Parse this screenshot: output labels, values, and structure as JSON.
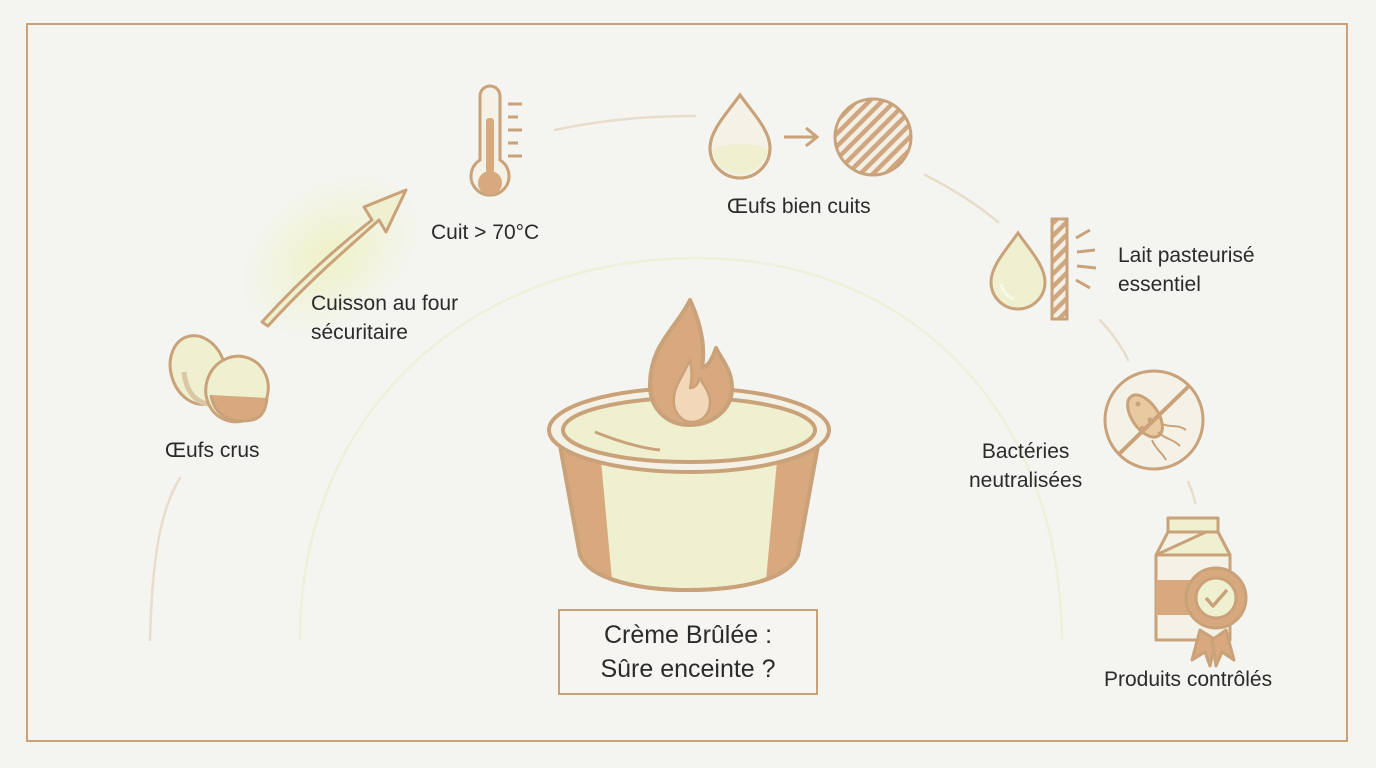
{
  "title": {
    "line1": "Crème Brûlée :",
    "line2": "Sûre enceinte ?"
  },
  "steps": [
    {
      "id": "raw-eggs",
      "lines": [
        "Œufs crus"
      ],
      "icon": "eggs-icon"
    },
    {
      "id": "safe-oven",
      "lines": [
        "Cuisson au four",
        "sécuritaire"
      ],
      "icon": "arrow-up-icon"
    },
    {
      "id": "cooked-temp",
      "lines": [
        "Cuit > 70°C"
      ],
      "icon": "thermometer-icon"
    },
    {
      "id": "cooked-eggs",
      "lines": [
        "Œufs bien cuits"
      ],
      "icon": "drop-to-solid-icon"
    },
    {
      "id": "pasteurized-milk",
      "lines": [
        "Lait pasteurisé",
        "essentiel"
      ],
      "icon": "milk-drop-barrier-icon"
    },
    {
      "id": "bacteria",
      "lines": [
        "Bactéries",
        "neutralisées"
      ],
      "icon": "no-bacteria-icon"
    },
    {
      "id": "controlled",
      "lines": [
        "Produits contrôlés"
      ],
      "icon": "milk-carton-seal-icon"
    }
  ],
  "center": {
    "icon": "creme-brulee-ramekin-flame-icon"
  },
  "colors": {
    "accent": "#c9a27a",
    "cream": "#eef0cf",
    "caramel": "#d8a87e",
    "line": "#e6dcc9",
    "text": "#2b2b2b"
  }
}
